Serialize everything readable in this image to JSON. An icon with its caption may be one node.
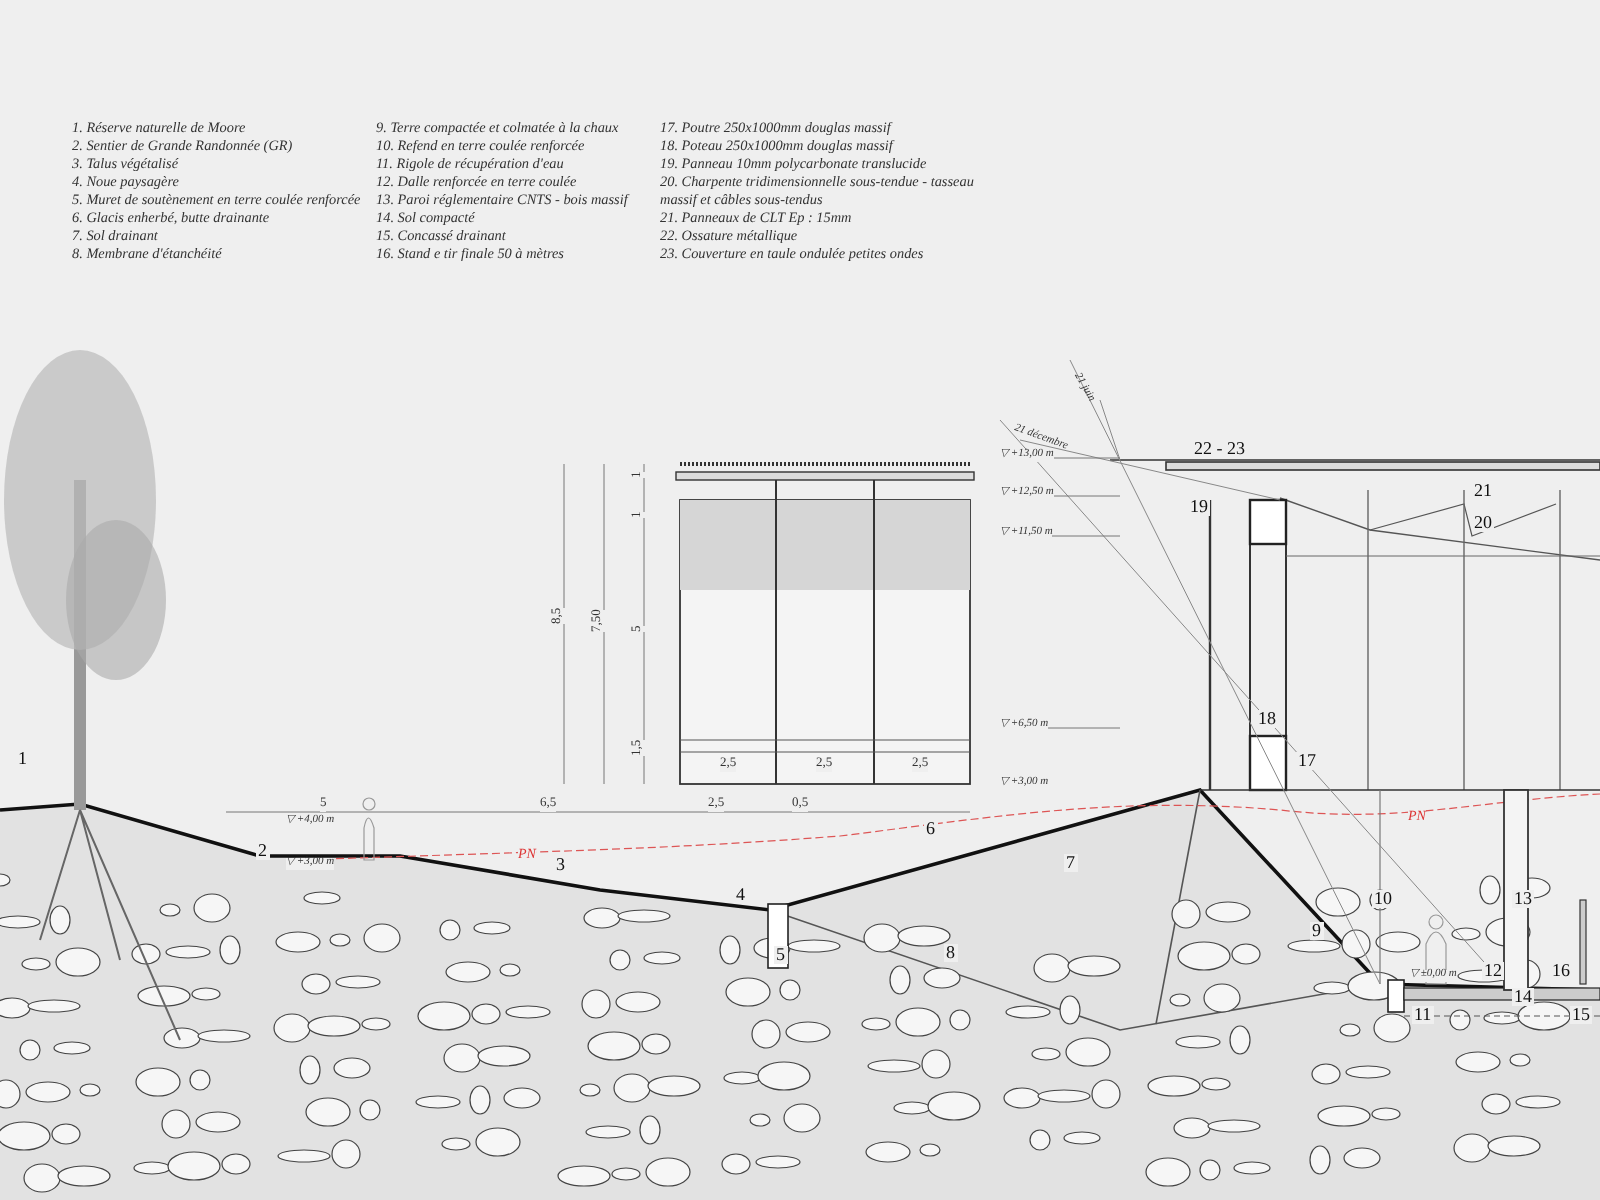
{
  "diagram": {
    "labels": [
      "1. Réserve naturelle de Moore",
      "2. Sentier de Grande Randonnée (GR)",
      "3. Talus végétalisé",
      "4. Noue paysagère",
      "5. Muret de soutènement en terre coulée renforcée",
      "6. Glacis enherbé, butte drainante",
      "7. Sol drainant",
      "8. Membrane d'étanchéité",
      "9. Terre compactée et colmatée à la chaux",
      "10. Refend en terre coulée renforcée",
      "11. Rigole de récupération d'eau",
      "12. Dalle renforcée en terre coulée",
      "13. Paroi réglementaire CNTS - bois massif",
      "14. Sol compacté",
      "15. Concassé drainant",
      "16. Stand e tir finale 50 à mètres",
      "17. Poutre 250x1000mm douglas massif",
      "18. Poteau 250x1000mm douglas massif",
      "19. Panneau 10mm polycarbonate translucide",
      "20. Charpente tridimensionnelle sous-tendue - tasseau massif et câbles sous-tendus",
      "21. Panneaux de CLT Ep : 15mm",
      "22. Ossature métallique",
      "23. Couverture en taule ondulée petites ondes",
      "21 juin",
      "21 décembre",
      "▽ +13,00 m",
      "▽ +12,50 m",
      "▽ +11,50 m",
      "▽ +6,50 m",
      "▽ +3,00 m",
      "▽ +4,00 m",
      "▽ +3,00 m",
      "▽ ±0,00 m",
      "8,5",
      "7,50",
      "1",
      "1",
      "5",
      "1,5",
      "2,5",
      "2,5",
      "2,5",
      "5",
      "6,5",
      "2,5",
      "0,5",
      "PN",
      "PN",
      "1",
      "2",
      "3",
      "4",
      "5",
      "6",
      "7",
      "8",
      "9",
      "10",
      "11",
      "12",
      "13",
      "14",
      "15",
      "16",
      "17",
      "18",
      "19",
      "20",
      "21",
      "22 - 23"
    ]
  }
}
